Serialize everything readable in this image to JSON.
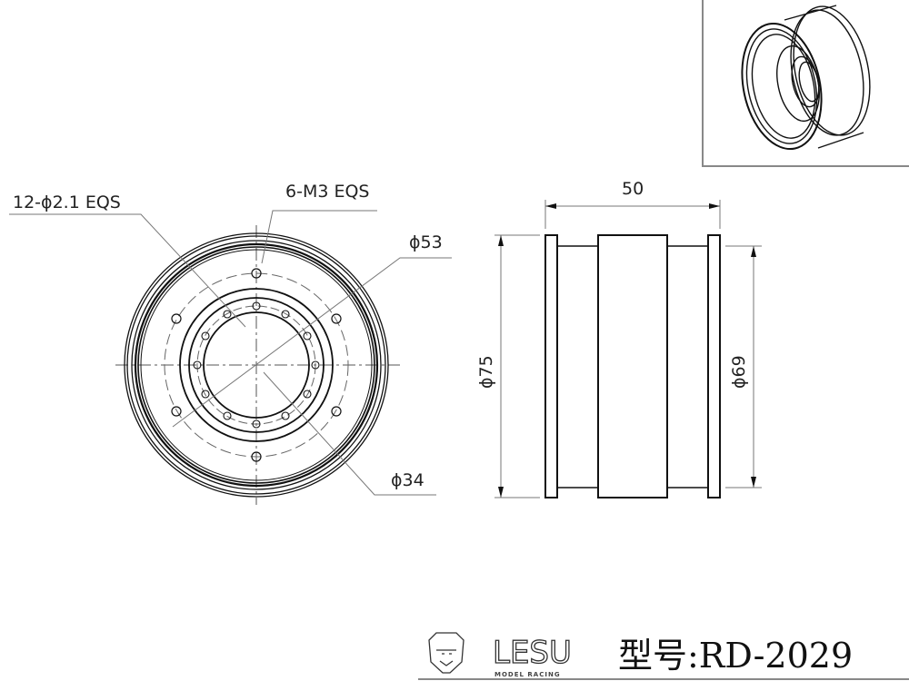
{
  "drawing": {
    "labels": {
      "holes_small": "12-ϕ2.1 EQS",
      "holes_m3": "6-M3 EQS",
      "dia_53": "ϕ53",
      "dia_34": "ϕ34",
      "width_50": "50",
      "dia_75": "ϕ75",
      "dia_69": "ϕ69"
    },
    "footer": {
      "brand": "LESU",
      "brand_sub": "MODEL RACING",
      "model_label": "型号:RD-2029"
    },
    "colors": {
      "line": "#111111",
      "thin": "#777777",
      "frame": "#888888"
    }
  }
}
